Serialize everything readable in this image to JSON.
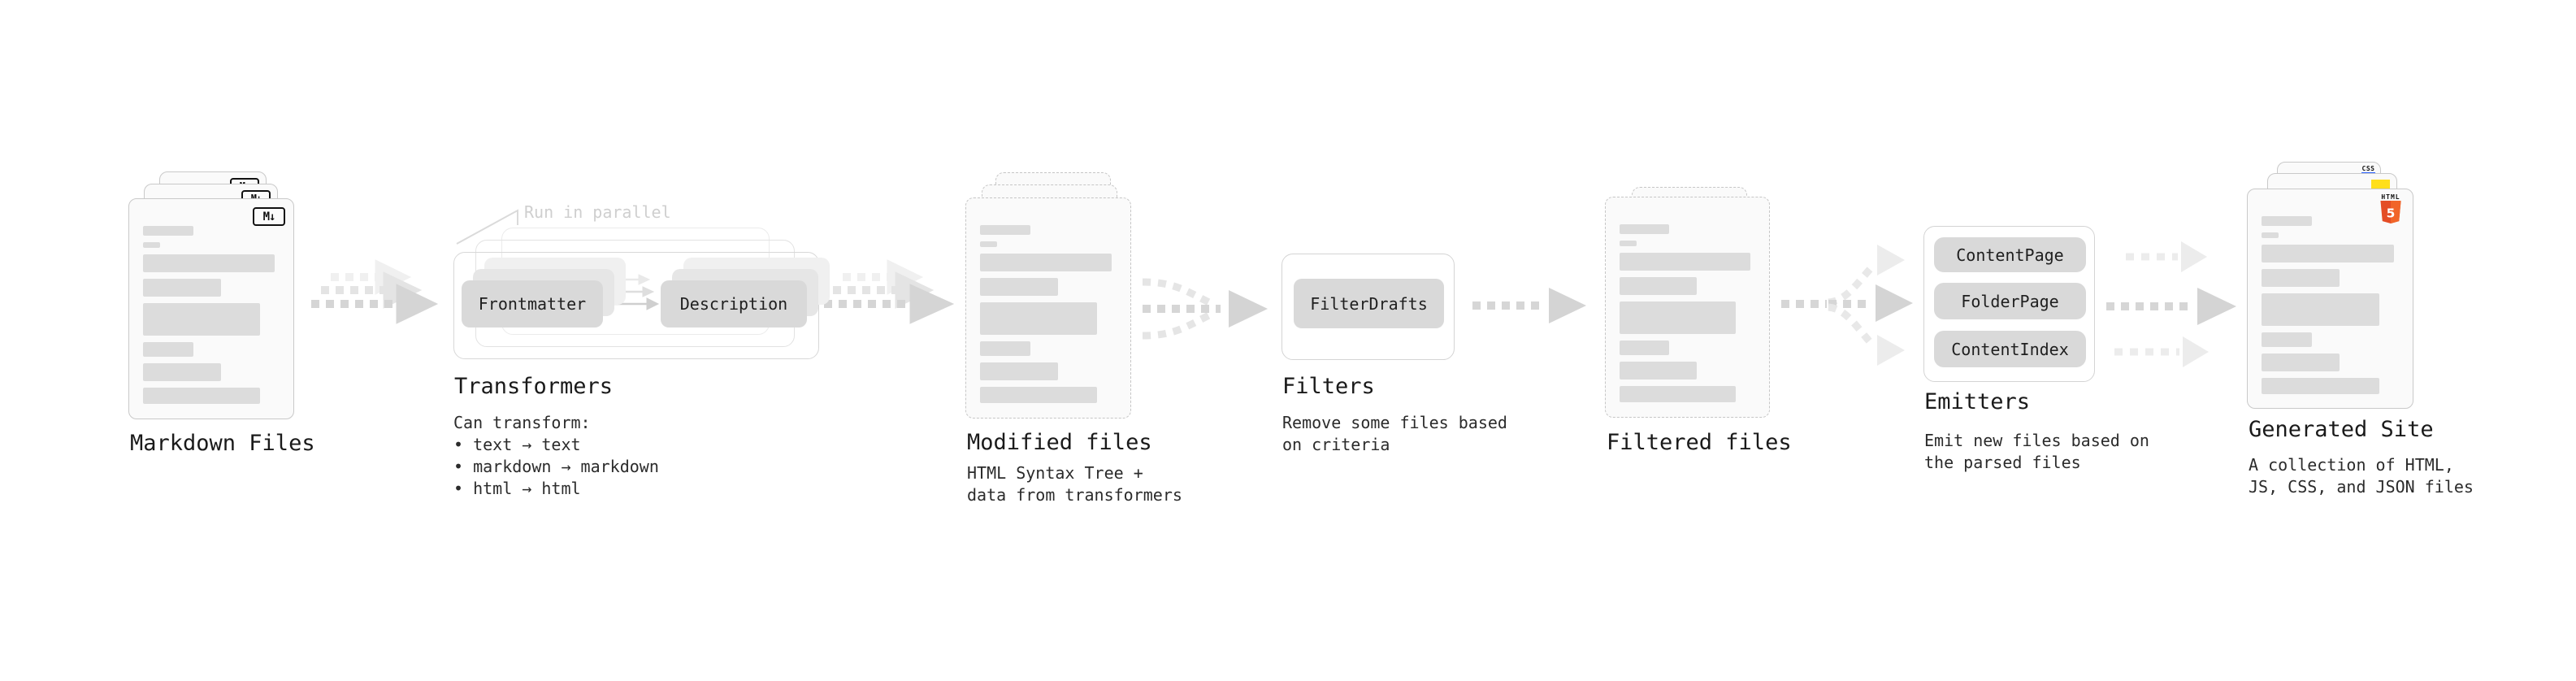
{
  "diagram": {
    "markdown_files": {
      "label": "Markdown Files",
      "badge": "M↓"
    },
    "transformers": {
      "title": "Transformers",
      "annotation": "Run in parallel",
      "step_from": "Frontmatter",
      "step_to": "Description",
      "description": "Can transform:\n • text → text\n • markdown → markdown\n • html → html"
    },
    "modified_files": {
      "label": "Modified files",
      "description": "HTML Syntax Tree +\ndata from transformers"
    },
    "filters": {
      "title": "Filters",
      "step": "FilterDrafts",
      "description": "Remove some files based\non criteria"
    },
    "filtered_files": {
      "label": "Filtered files"
    },
    "emitters": {
      "title": "Emitters",
      "steps": [
        "ContentPage",
        "FolderPage",
        "ContentIndex"
      ],
      "description": "Emit new files based on\nthe parsed files"
    },
    "generated_site": {
      "label": "Generated Site",
      "description": "A collection of HTML,\nJS, CSS, and JSON files",
      "badges": {
        "css_label": "CSS",
        "html_label": "HTML",
        "html_number": "5"
      }
    }
  },
  "colors": {
    "background": "#ffffff",
    "page_fill": "#fafafa",
    "page_border": "#c9c9c9",
    "placeholder_bar": "#dcdcdc",
    "chip_fill": "#d9d9d9",
    "arrow_main": "#d5d5d5",
    "arrow_faint": "#e7e7e7",
    "text": "#1a1a1a",
    "annotation_gray": "#cfcfcf",
    "js_yellow": "#ffdf1c",
    "css_blue": "#2b62ff",
    "html5_orange_dark": "#e44d26",
    "html5_orange_light": "#f16529"
  }
}
